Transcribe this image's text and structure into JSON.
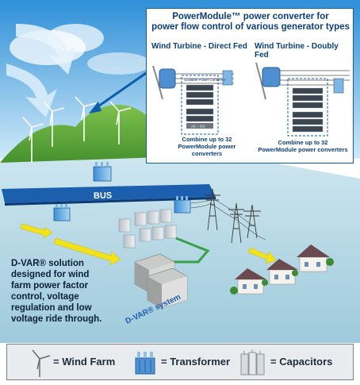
{
  "inset": {
    "title_line1": "PowerModule™ power converter for",
    "title_line2": "power flow control of various generator types",
    "left_title": "Wind Turbine - Direct Fed",
    "right_title": "Wind Turbine - Doubly Fed",
    "combine_line1": "Combine up to 32",
    "combine_line2": "PowerModule power converters",
    "converter_label": "Scalable Power Converter",
    "acdc_label": "AC – DC"
  },
  "scene": {
    "bus_label": "BUS",
    "dvar_system_label": "D-VAR® system"
  },
  "description": {
    "line1": "D-VAR® solution",
    "line2": "designed for wind",
    "line3": "farm power factor",
    "line4": "control, voltage",
    "line5": "regulation and low",
    "line6": "voltage ride through."
  },
  "legend": {
    "wind_farm": "= Wind Farm",
    "transformer": "= Transformer",
    "capacitors": "= Capacitors"
  },
  "colors": {
    "sky": "#7fc4ee",
    "hill": "#5aa33b",
    "ground": "#b9dbe8",
    "bus": "#1c5fae",
    "arrow": "#f2e21b",
    "title": "#0b3f7a"
  }
}
